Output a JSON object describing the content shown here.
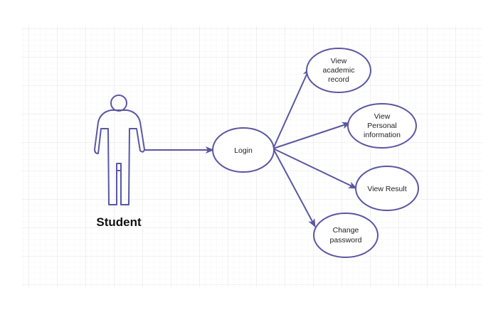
{
  "diagram": {
    "actor": {
      "label": "Student"
    },
    "use_cases": {
      "login": {
        "lines": [
          "Login"
        ]
      },
      "view_academic_record": {
        "lines": [
          "View",
          "academic",
          "record"
        ]
      },
      "view_personal_information": {
        "lines": [
          "View",
          "Personal",
          "information"
        ]
      },
      "view_result": {
        "lines": [
          "View Result"
        ]
      },
      "change_password": {
        "lines": [
          "Change",
          "password"
        ]
      }
    },
    "colors": {
      "stroke": "#5a56a3",
      "grid_minor": "#eeeeee",
      "grid_major": "#dcdcdc",
      "text": "#222222"
    }
  }
}
